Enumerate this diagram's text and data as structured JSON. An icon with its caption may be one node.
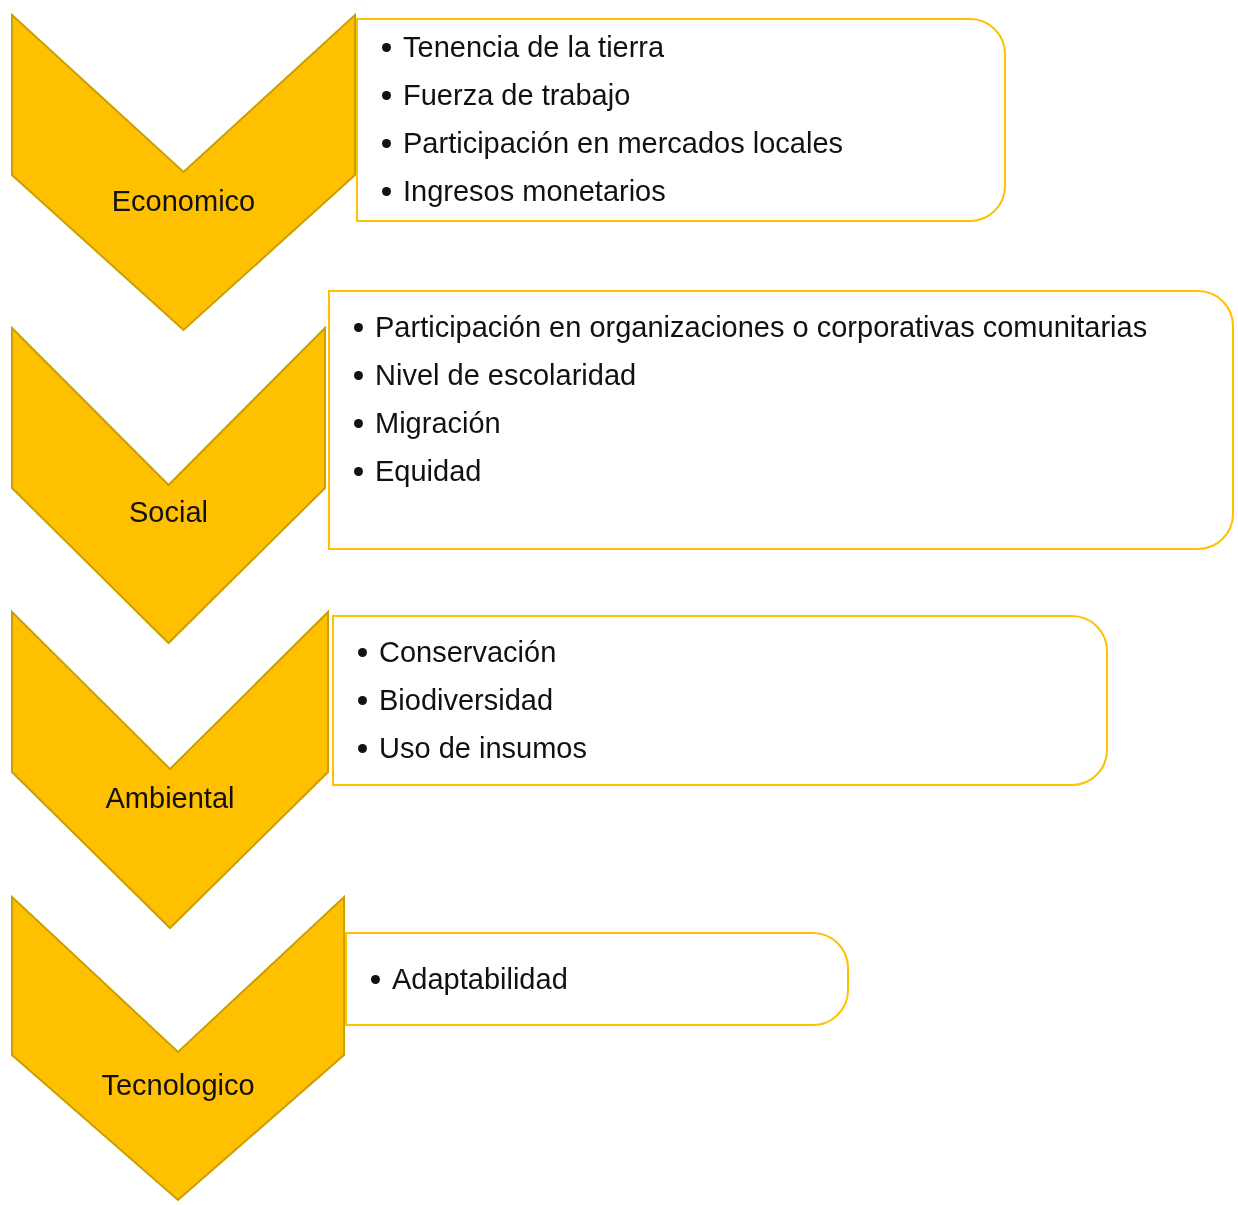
{
  "diagram": {
    "nodes": [
      {
        "text": [
          "Economico"
        ]
      },
      {
        "text": [
          "Tenencia de la tierra",
          "Fuerza de trabajo",
          "Participación en mercados locales",
          "Ingresos monetarios"
        ]
      },
      {
        "text": [
          "Social"
        ]
      },
      {
        "text": [
          "Participación en organizaciones o corporativas comunitarias",
          "Nivel de escolaridad",
          "Migración",
          "Equidad"
        ]
      },
      {
        "text": [
          "Ambiental"
        ]
      },
      {
        "text": [
          "Conservación",
          "Biodiversidad",
          "Uso de insumos"
        ]
      },
      {
        "text": [
          "Tecnologico"
        ]
      },
      {
        "text": [
          "Adaptabilidad"
        ]
      }
    ]
  }
}
